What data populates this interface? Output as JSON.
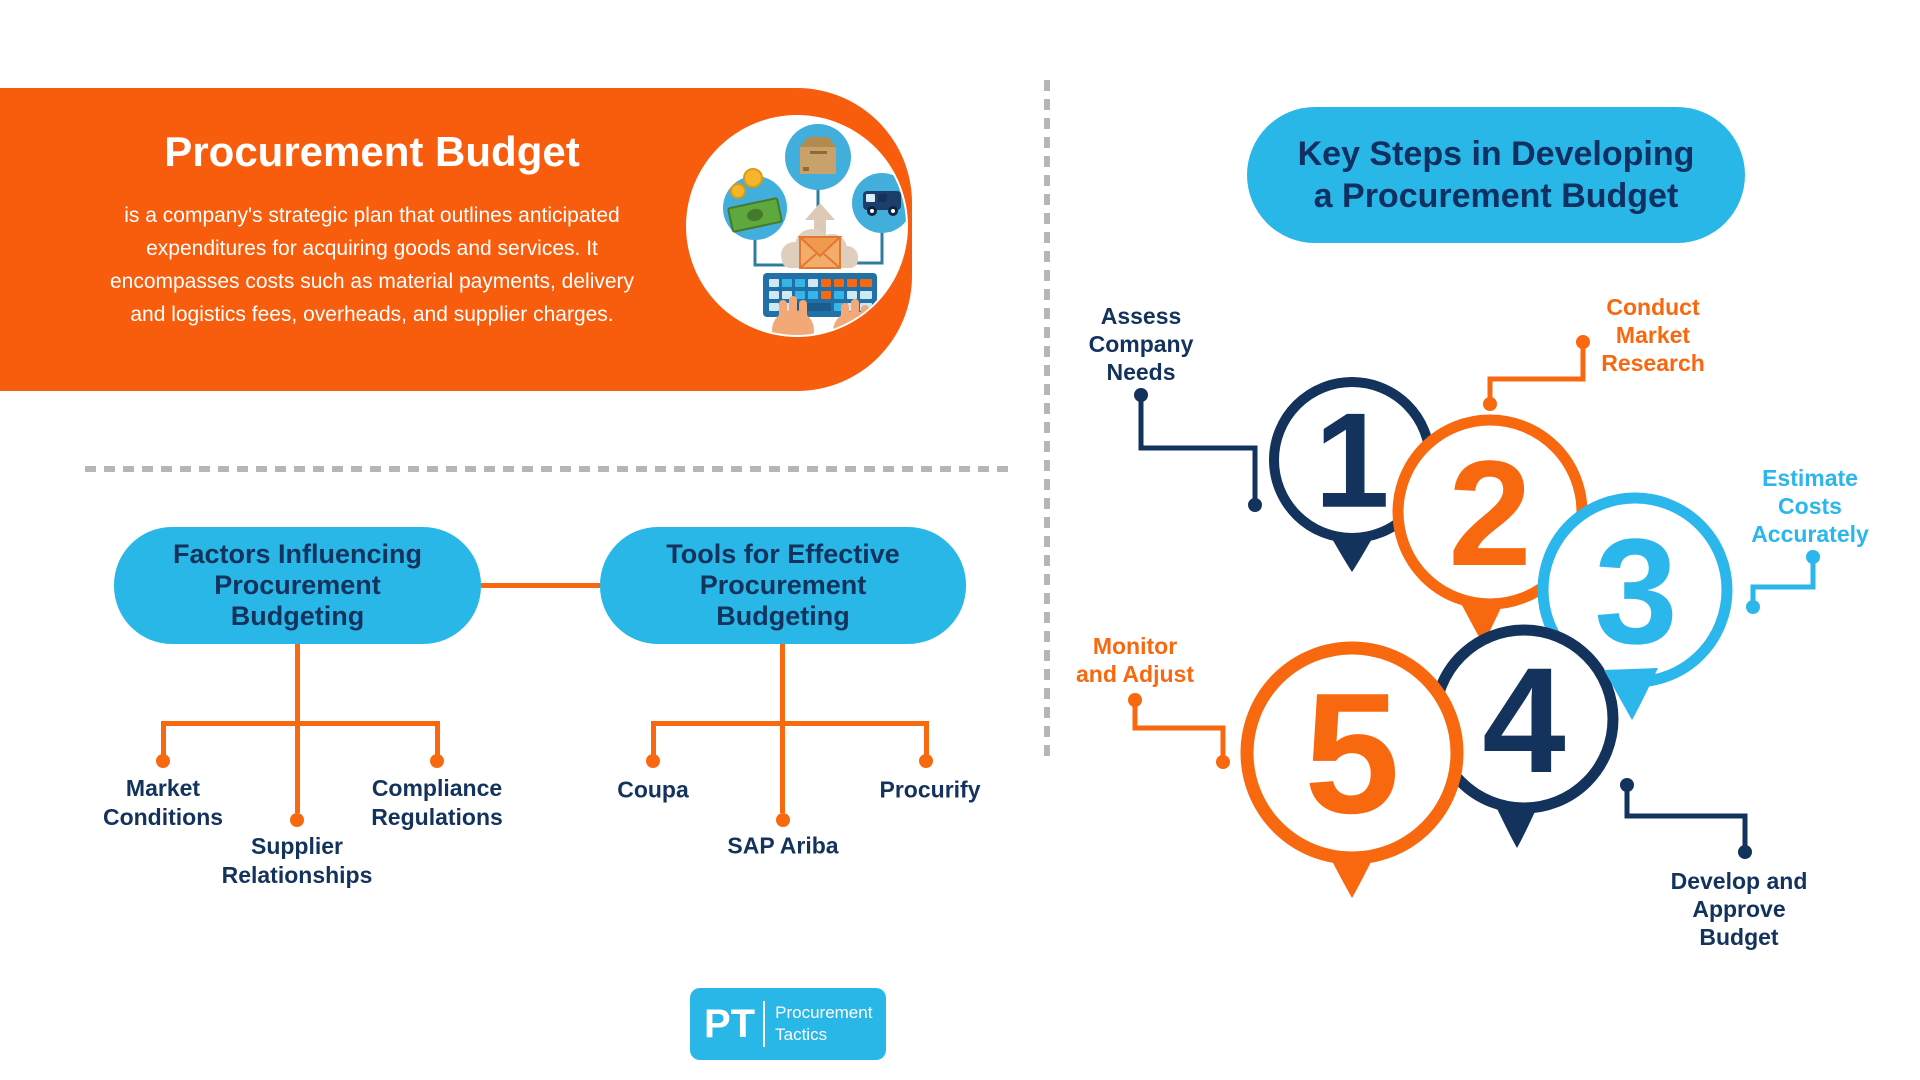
{
  "banner": {
    "title": "Procurement Budget",
    "description": "is a company's strategic plan that outlines anticipated expenditures for acquiring goods and services. It encompasses costs such as material payments, delivery and logistics fees, overheads, and supplier charges."
  },
  "factors": {
    "heading": "Factors Influencing\nProcurement\nBudgeting",
    "items": [
      {
        "label": "Market\nConditions"
      },
      {
        "label": "Supplier\nRelationships"
      },
      {
        "label": "Compliance\nRegulations"
      }
    ]
  },
  "tools": {
    "heading": "Tools for Effective\nProcurement\nBudgeting",
    "items": [
      {
        "label": "Coupa"
      },
      {
        "label": "SAP Ariba"
      },
      {
        "label": "Procurify"
      }
    ]
  },
  "steps": {
    "heading": "Key Steps in Developing\na Procurement Budget",
    "items": [
      {
        "number": "1",
        "label": "Assess\nCompany\nNeeds"
      },
      {
        "number": "2",
        "label": "Conduct\nMarket\nResearch"
      },
      {
        "number": "3",
        "label": "Estimate\nCosts\nAccurately"
      },
      {
        "number": "4",
        "label": "Develop and\nApprove\nBudget"
      },
      {
        "number": "5",
        "label": "Monitor\nand Adjust"
      }
    ]
  },
  "logo": {
    "initials": "PT",
    "name_line1": "Procurement",
    "name_line2": "Tactics"
  },
  "icons": {
    "illustration": [
      "money-icon",
      "package-icon",
      "delivery-truck-icon",
      "upload-cloud-icon",
      "envelope-icon",
      "keyboard-icon",
      "typing-hands-icon"
    ]
  },
  "colors": {
    "banner_orange": "#F85C0D",
    "accent_orange": "#F8680F",
    "navy": "#13335C",
    "cyan": "#29B7E8",
    "light_blue": "#2BB7EB",
    "dash_gray": "#B6B6B6"
  }
}
